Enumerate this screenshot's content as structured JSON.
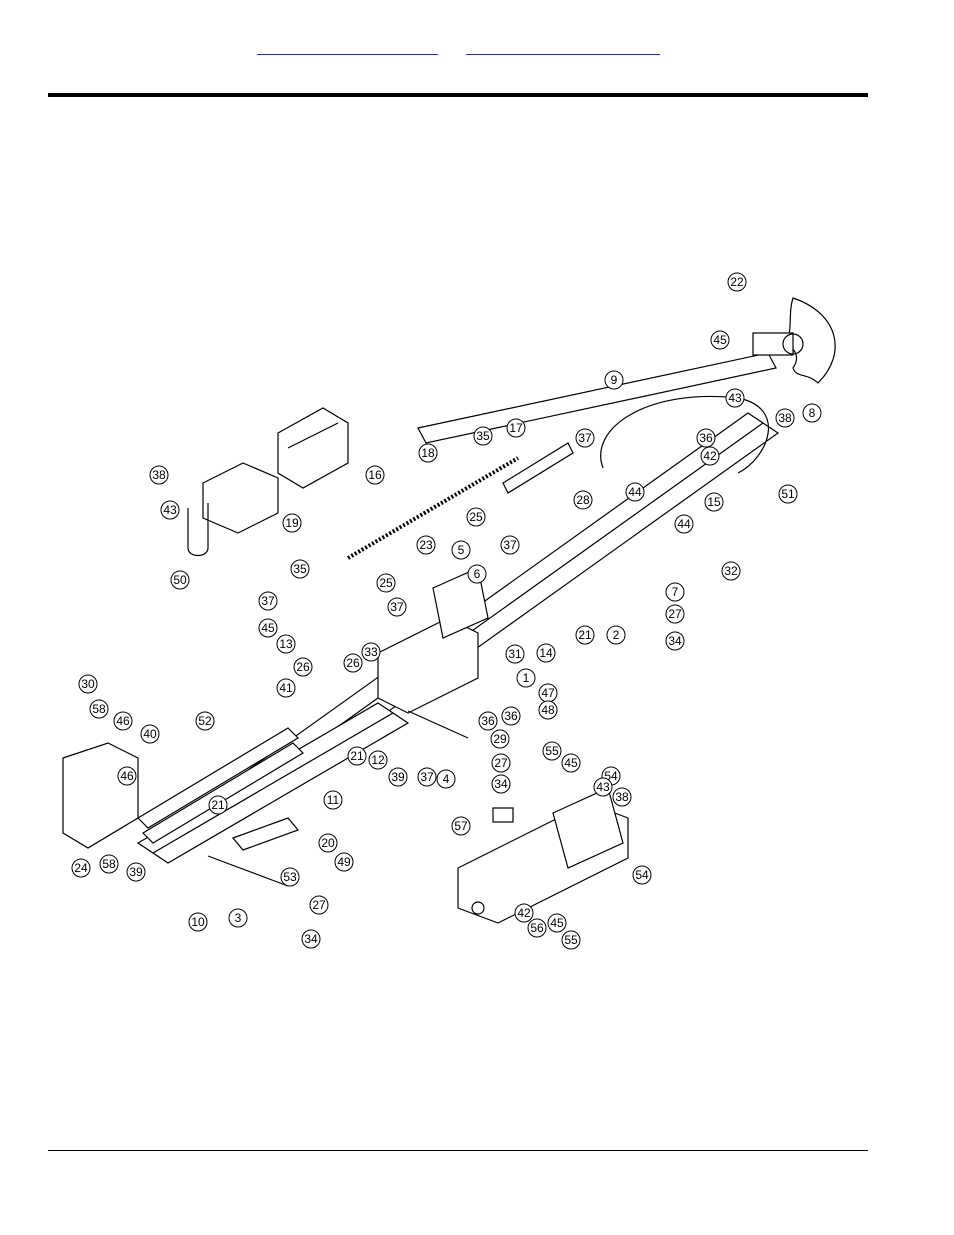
{
  "header": {
    "links": [
      "",
      ""
    ]
  },
  "diagram": {
    "callouts": [
      {
        "id": "c22",
        "label": "22"
      },
      {
        "id": "c45a",
        "label": "45"
      },
      {
        "id": "c9",
        "label": "9"
      },
      {
        "id": "c43a",
        "label": "43"
      },
      {
        "id": "c38a",
        "label": "38"
      },
      {
        "id": "c8",
        "label": "8"
      },
      {
        "id": "c36a",
        "label": "36"
      },
      {
        "id": "c42a",
        "label": "42"
      },
      {
        "id": "c51",
        "label": "51"
      },
      {
        "id": "c35a",
        "label": "35"
      },
      {
        "id": "c17",
        "label": "17"
      },
      {
        "id": "c37a",
        "label": "37"
      },
      {
        "id": "c44a",
        "label": "44"
      },
      {
        "id": "c15",
        "label": "15"
      },
      {
        "id": "c18",
        "label": "18"
      },
      {
        "id": "c16",
        "label": "16"
      },
      {
        "id": "c38b",
        "label": "38"
      },
      {
        "id": "c43b",
        "label": "43"
      },
      {
        "id": "c19",
        "label": "19"
      },
      {
        "id": "c50",
        "label": "50"
      },
      {
        "id": "c25a",
        "label": "25"
      },
      {
        "id": "c28",
        "label": "28"
      },
      {
        "id": "c37b",
        "label": "37"
      },
      {
        "id": "c44b",
        "label": "44"
      },
      {
        "id": "c32",
        "label": "32"
      },
      {
        "id": "c7",
        "label": "7"
      },
      {
        "id": "c23",
        "label": "23"
      },
      {
        "id": "c5",
        "label": "5"
      },
      {
        "id": "c6",
        "label": "6"
      },
      {
        "id": "c35b",
        "label": "35"
      },
      {
        "id": "c25b",
        "label": "25"
      },
      {
        "id": "c37c",
        "label": "37"
      },
      {
        "id": "c45b",
        "label": "45"
      },
      {
        "id": "c13",
        "label": "13"
      },
      {
        "id": "c37d",
        "label": "37"
      },
      {
        "id": "c33",
        "label": "33"
      },
      {
        "id": "c26a",
        "label": "26"
      },
      {
        "id": "c14",
        "label": "14"
      },
      {
        "id": "c21a",
        "label": "21"
      },
      {
        "id": "c2",
        "label": "2"
      },
      {
        "id": "c27a",
        "label": "27"
      },
      {
        "id": "c34a",
        "label": "34"
      },
      {
        "id": "c31",
        "label": "31"
      },
      {
        "id": "c1",
        "label": "1"
      },
      {
        "id": "c47",
        "label": "47"
      },
      {
        "id": "c48",
        "label": "48"
      },
      {
        "id": "c36b",
        "label": "36"
      },
      {
        "id": "c36c",
        "label": "36"
      },
      {
        "id": "c29",
        "label": "29"
      },
      {
        "id": "c27b",
        "label": "27"
      },
      {
        "id": "c34b",
        "label": "34"
      },
      {
        "id": "c26b",
        "label": "26"
      },
      {
        "id": "c41",
        "label": "41"
      },
      {
        "id": "c21b",
        "label": "21"
      },
      {
        "id": "c12",
        "label": "12"
      },
      {
        "id": "c39a",
        "label": "39"
      },
      {
        "id": "c37e",
        "label": "37"
      },
      {
        "id": "c4",
        "label": "4"
      },
      {
        "id": "c30",
        "label": "30"
      },
      {
        "id": "c58a",
        "label": "58"
      },
      {
        "id": "c46a",
        "label": "46"
      },
      {
        "id": "c40",
        "label": "40"
      },
      {
        "id": "c52",
        "label": "52"
      },
      {
        "id": "c46b",
        "label": "46"
      },
      {
        "id": "c11",
        "label": "11"
      },
      {
        "id": "c21c",
        "label": "21"
      },
      {
        "id": "c20",
        "label": "20"
      },
      {
        "id": "c49",
        "label": "49"
      },
      {
        "id": "c53",
        "label": "53"
      },
      {
        "id": "c24",
        "label": "24"
      },
      {
        "id": "c58b",
        "label": "58"
      },
      {
        "id": "c39b",
        "label": "39"
      },
      {
        "id": "c10",
        "label": "10"
      },
      {
        "id": "c3",
        "label": "3"
      },
      {
        "id": "c27c",
        "label": "27"
      },
      {
        "id": "c34c",
        "label": "34"
      },
      {
        "id": "c55a",
        "label": "55"
      },
      {
        "id": "c45c",
        "label": "45"
      },
      {
        "id": "c54a",
        "label": "54"
      },
      {
        "id": "c43c",
        "label": "43"
      },
      {
        "id": "c38c",
        "label": "38"
      },
      {
        "id": "c57",
        "label": "57"
      },
      {
        "id": "c54b",
        "label": "54"
      },
      {
        "id": "c42b",
        "label": "42"
      },
      {
        "id": "c56",
        "label": "56"
      },
      {
        "id": "c45d",
        "label": "45"
      },
      {
        "id": "c55b",
        "label": "55"
      }
    ]
  }
}
